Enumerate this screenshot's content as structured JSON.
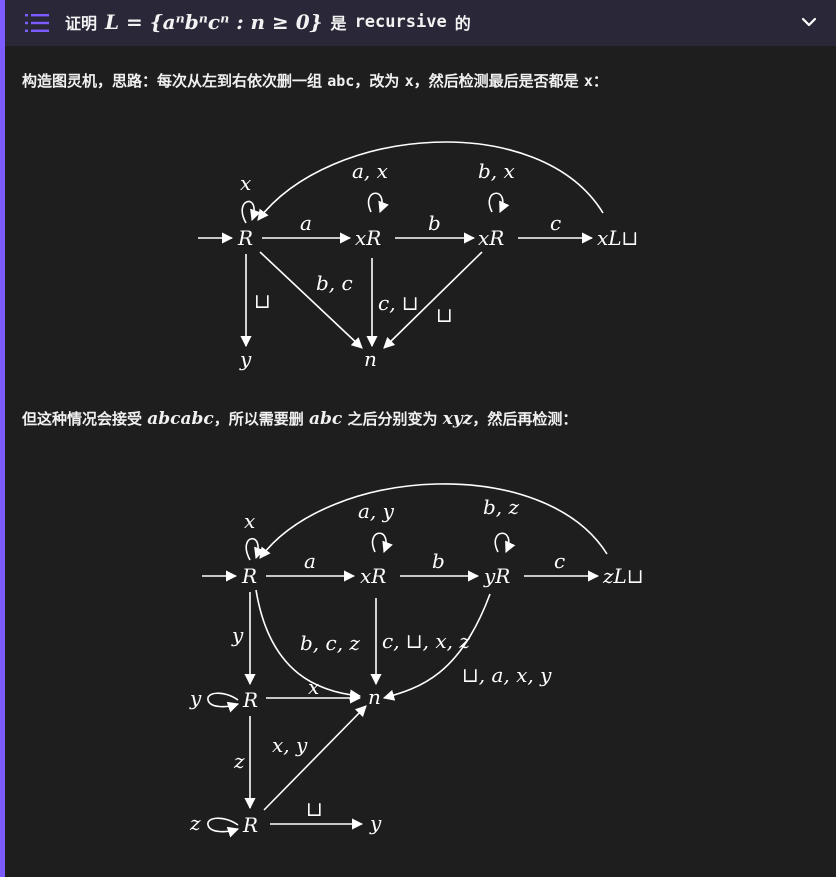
{
  "header": {
    "title_prefix": "证明",
    "title_math": "L = {aⁿbⁿcⁿ : n ≥ 0}",
    "title_is": "是",
    "title_word": "recursive",
    "title_suffix": "的",
    "icon": "list-icon",
    "toggle_icon": "chevron-down-icon"
  },
  "para1": {
    "a": "构造图灵机，思路：每次从左到右依次删一组 ",
    "b": "abc",
    "c": "，改为 ",
    "d": "x",
    "e": "，然后检测最后是否都是 ",
    "f": "x",
    "g": "："
  },
  "para2": {
    "a": "但这种情况会接受 ",
    "b": "abcabc",
    "c": "，所以需要删 ",
    "d": "abc",
    "e": " 之后分别变为 ",
    "f": "xyz",
    "g": "，然后再检测："
  },
  "diagram1": {
    "nodes": [
      "R",
      "xR",
      "xR",
      "xL⊔",
      "y",
      "n"
    ],
    "loops": [
      "x",
      "a, x",
      "b, x"
    ],
    "edges": [
      "a",
      "b",
      "c",
      "⊔",
      "b, c",
      "c, ⊔",
      "⊔"
    ]
  },
  "diagram2": {
    "nodes": [
      "R",
      "xR",
      "yR",
      "zL⊔",
      "R",
      "R",
      "n",
      "y"
    ],
    "loops": [
      "x",
      "a, y",
      "b, z"
    ],
    "side_loops": [
      "y",
      "z"
    ],
    "edges": [
      "a",
      "b",
      "c",
      "y",
      "b, c, z",
      "c, ⊔, x, z",
      "⊔, a, x, y",
      "x",
      "z",
      "x, y",
      "⊔"
    ]
  }
}
